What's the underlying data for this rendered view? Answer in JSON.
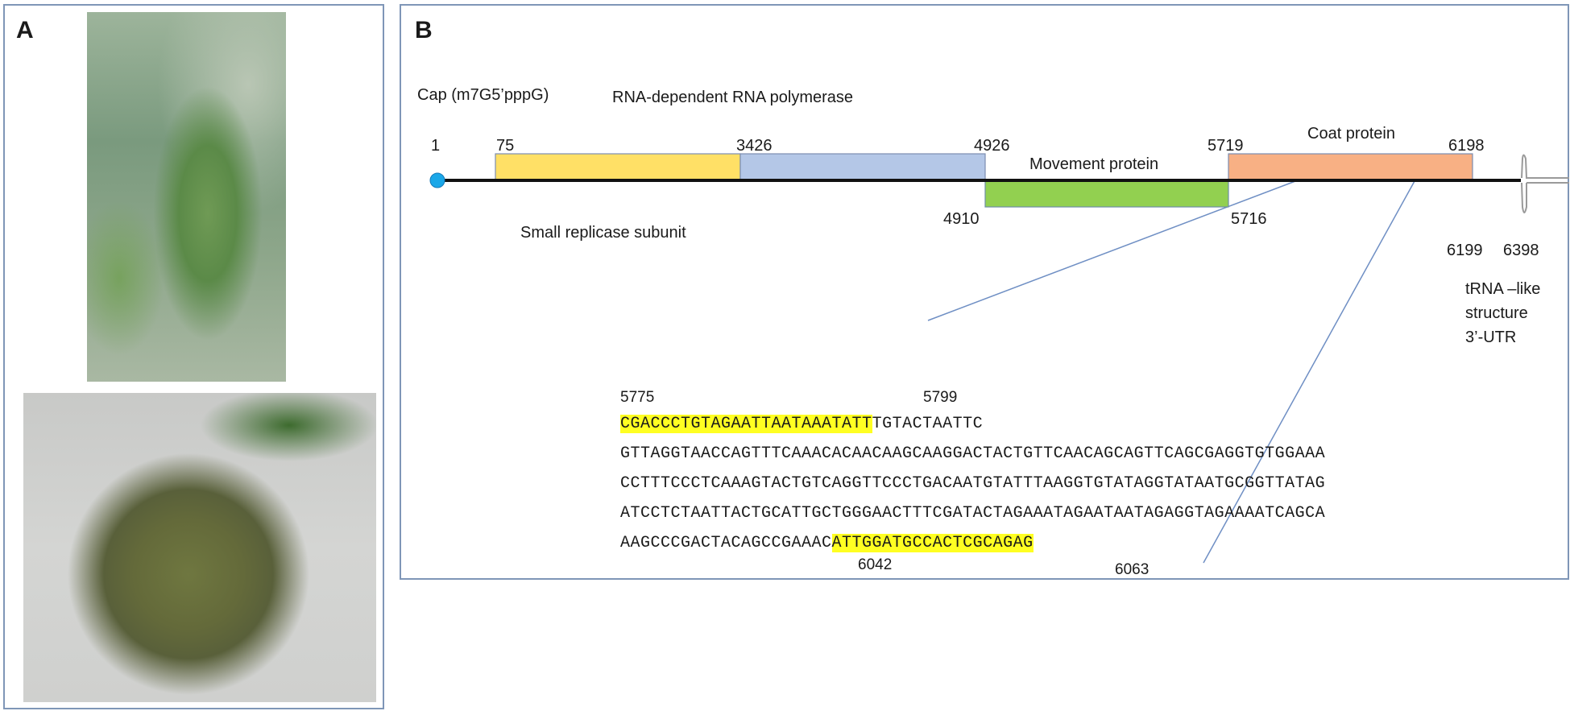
{
  "panel_a": {
    "label": "A"
  },
  "panel_b": {
    "label": "B",
    "cap_label": "Cap (m7G5’pppG)",
    "rdrp_label": "RNA-dependent RNA polymerase",
    "coat_label": "Coat protein",
    "movement_label": "Movement protein",
    "small_replicase_label": "Small replicase subunit",
    "trna_label_lines": [
      "tRNA –like",
      "structure",
      "3’-UTR"
    ],
    "positions": {
      "p1": "1",
      "p75": "75",
      "p3426": "3426",
      "p4926": "4926",
      "p5719": "5719",
      "p6198": "6198",
      "p4910": "4910",
      "p5716": "5716",
      "p6199": "6199",
      "p6398": "6398"
    },
    "colors": {
      "small_replicase": "#ffe066",
      "rdrp": "#b4c7e7",
      "movement": "#92d050",
      "coat": "#f8b084",
      "cap_dot": "#1aa7e8",
      "connector": "#6f8fc4"
    },
    "sequence": {
      "start_label": "5775",
      "hl1_end_label": "5799",
      "hl2_start_label": "6042",
      "end_label": "6063",
      "line1_highlight": "CGACCCTGTAGAATTAATAAATATT",
      "line1_rest": "TGTACTAATTC",
      "line2": "GTTAGGTAACCAGTTTCAAACACAACAAGCAAGGACTACTGTTCAACAGCAGTTCAGCGAGGTGTGGAAA",
      "line3": "CCTTTCCCTCAAAGTACTGTCAGGTTCCCTGACAATGTATTTAAGGTGTATAGGTATAATGCGGTTATAG",
      "line4": "ATCCTCTAATTACTGCATTGCTGGGAACTTTCGATACTAGAAATAGAATAATAGAGGTAGAAAATCAGCA",
      "line5_start": "AAGCCCGACTACAGCCGAAAC",
      "line5_highlight": "ATTGGATGCCACTCGCAGAG"
    }
  }
}
